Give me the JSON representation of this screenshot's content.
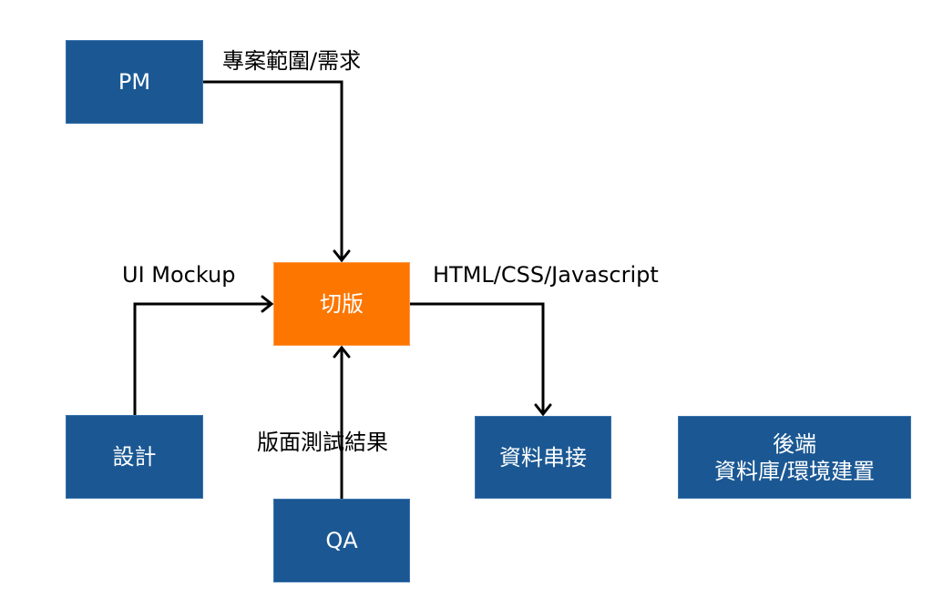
{
  "diagram": {
    "nodes": {
      "pm": {
        "label": "PM",
        "color": "#1b5893"
      },
      "cut": {
        "label": "切版",
        "color": "#fc7600"
      },
      "design": {
        "label": "設計",
        "color": "#1b5893"
      },
      "qa": {
        "label": "QA",
        "color": "#1b5893"
      },
      "data_integration": {
        "label": "資料串接",
        "color": "#1b5893"
      },
      "backend": {
        "line1": "後端",
        "line2": "資料庫/環境建置",
        "color": "#1b5893"
      }
    },
    "edges": [
      {
        "from": "PM",
        "to": "切版",
        "label": "專案範圍/需求"
      },
      {
        "from": "設計",
        "to": "切版",
        "label": "UI Mockup"
      },
      {
        "from": "切版",
        "to": "資料串接",
        "label": "HTML/CSS/Javascript"
      },
      {
        "from": "QA",
        "to": "切版",
        "label": "版面測試結果"
      }
    ]
  }
}
